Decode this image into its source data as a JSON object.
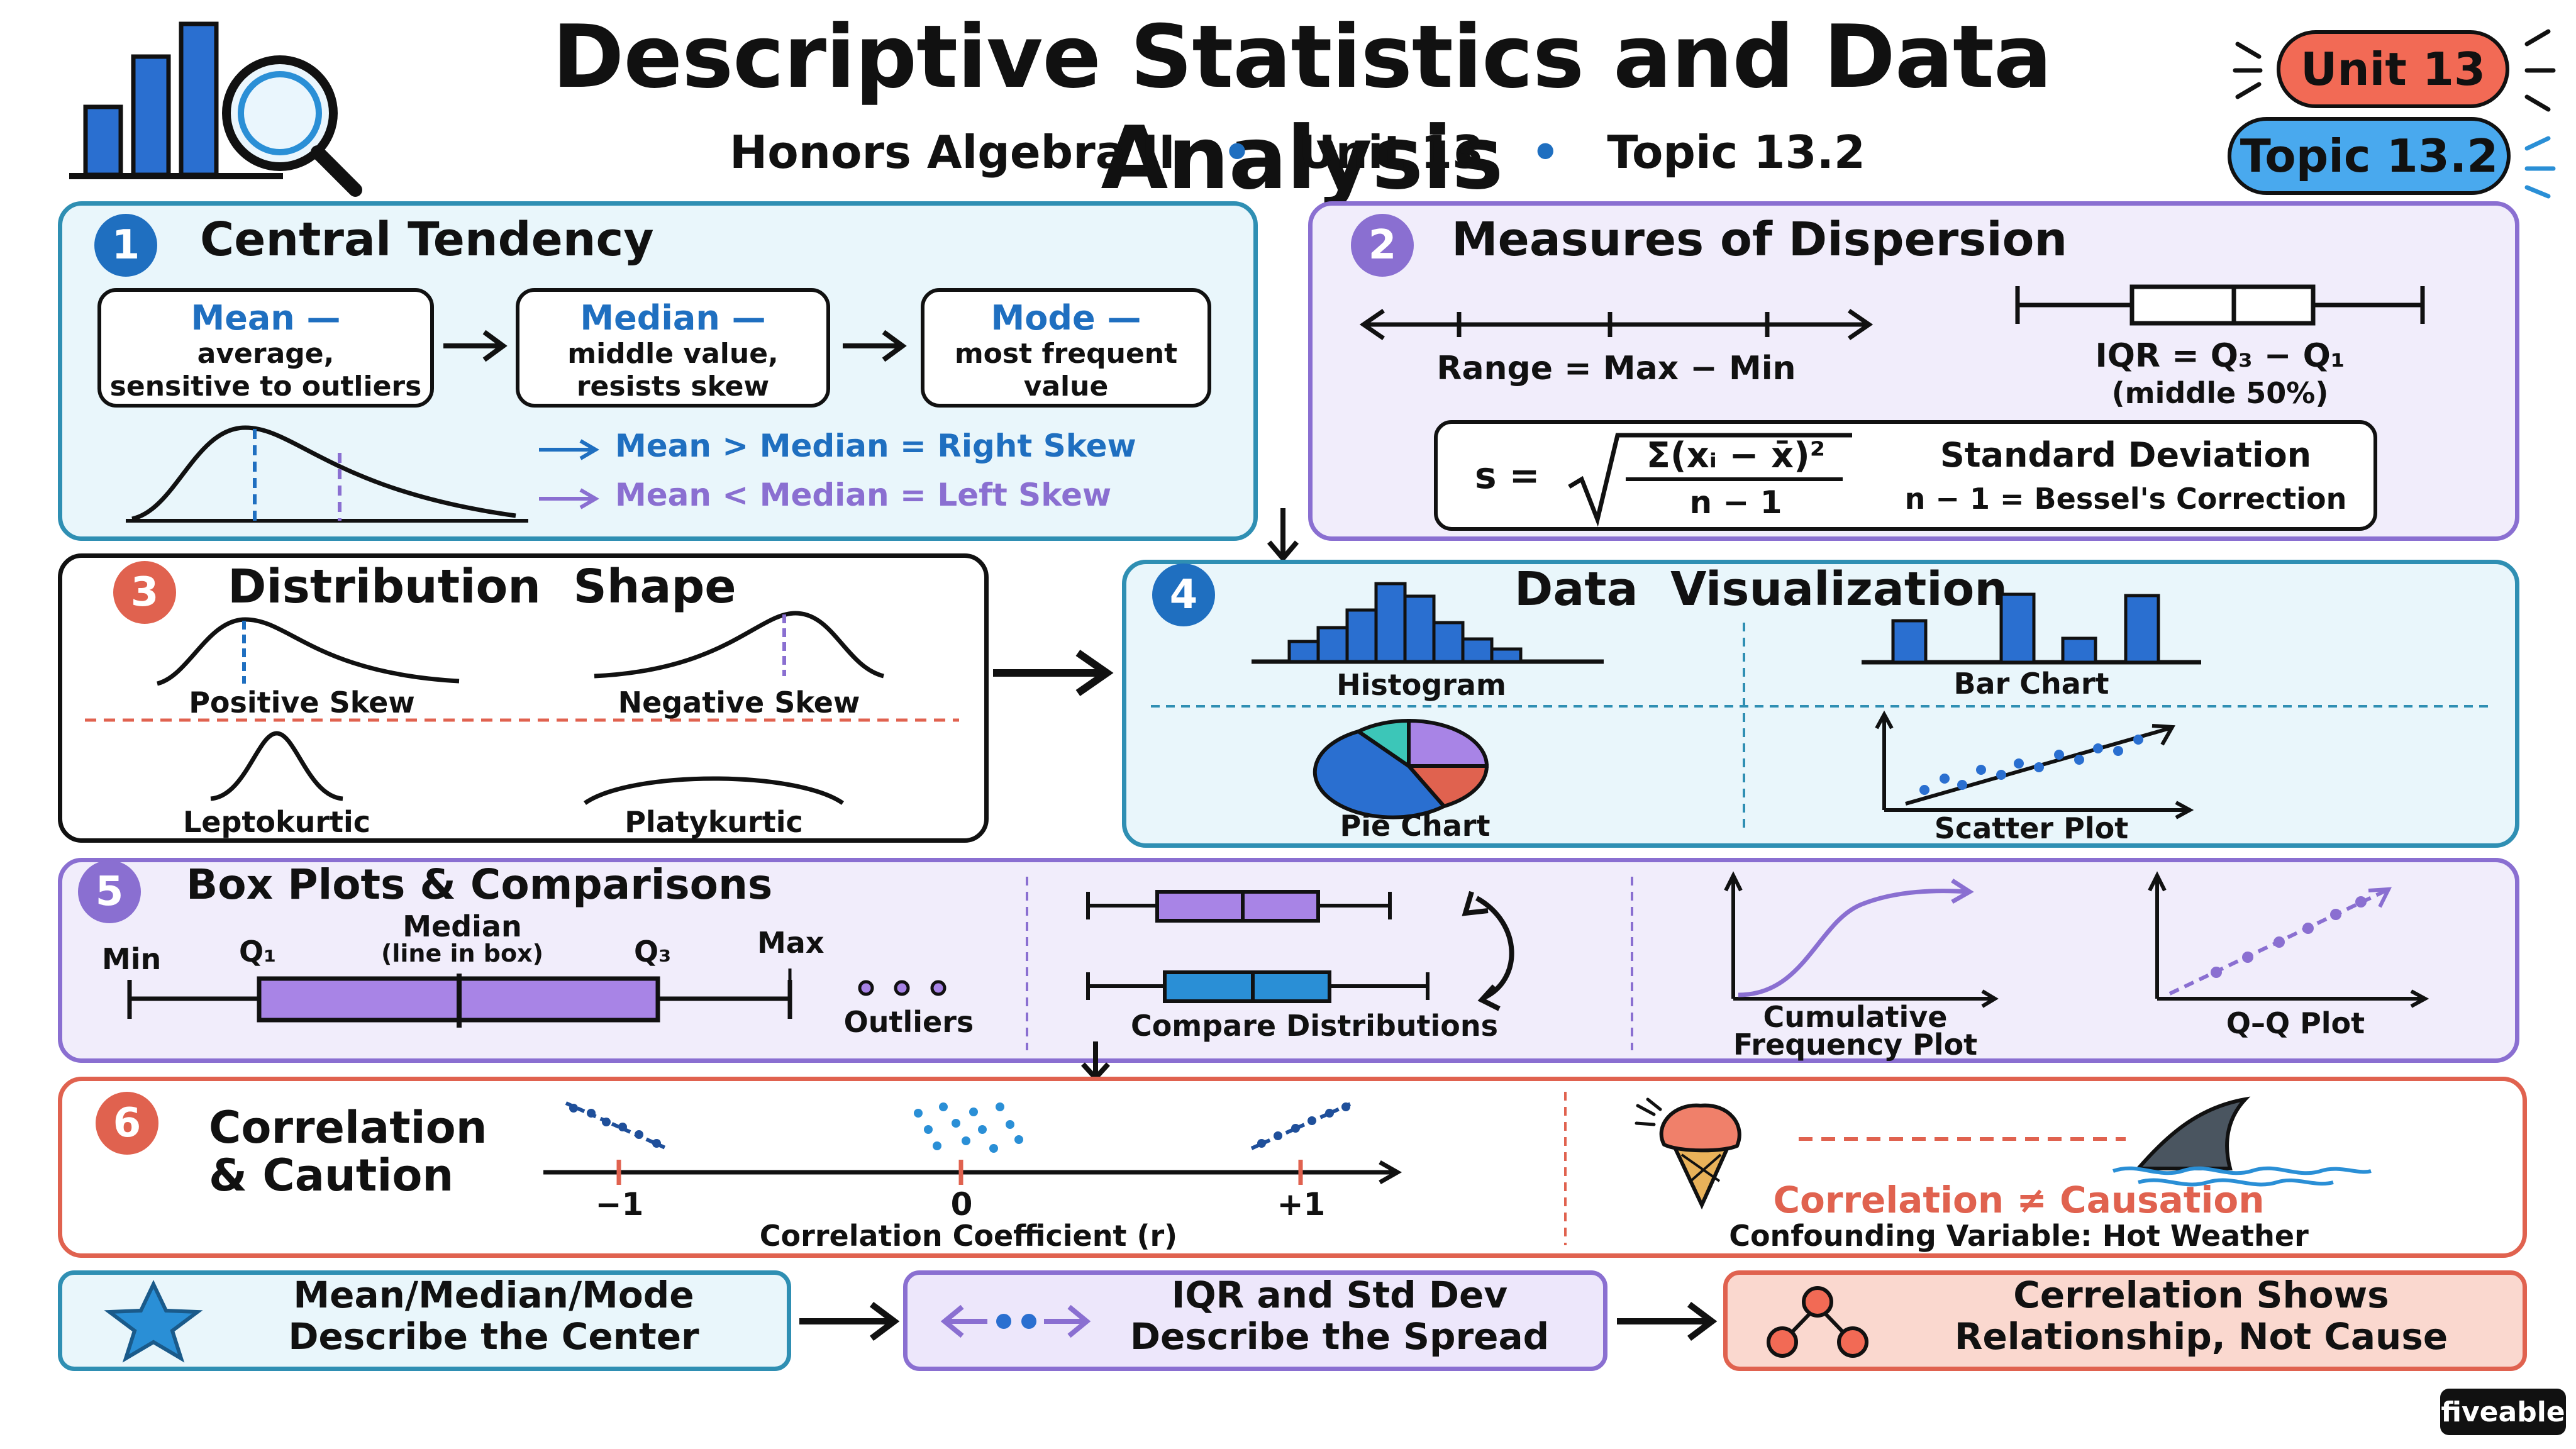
{
  "header": {
    "title": "Descriptive Statistics and Data Analysis",
    "subtitle_course": "Honors Algebra II",
    "subtitle_unit": "Unit 13",
    "subtitle_topic": "Topic 13.2",
    "sep": "•",
    "badge_unit": "Unit 13",
    "badge_topic": "Topic 13.2"
  },
  "p1": {
    "num": "1",
    "title": "Central Tendency",
    "mean_h": "Mean —",
    "mean_d1": "average,",
    "mean_d2": "sensitive to outliers",
    "median_h": "Median —",
    "median_d1": "middle value,",
    "median_d2": "resists skew",
    "mode_h": "Mode —",
    "mode_d1": "most frequent",
    "mode_d2": "value",
    "right_skew": "Mean > Median = Right Skew",
    "left_skew": "Mean < Median = Left Skew"
  },
  "p2": {
    "num": "2",
    "title": "Measures of Dispersion",
    "range": "Range = Max − Min",
    "iqr": "IQR = Q₃ − Q₁",
    "iqr_note": "(middle 50%)",
    "s_lhs": "s =",
    "sum_num": "Σ(xᵢ − x̄)²",
    "sum_den": "n − 1",
    "std_name": "Standard Deviation",
    "bessel": "n − 1 = Bessel's Correction"
  },
  "p3": {
    "num": "3",
    "title": "Distribution  Shape",
    "pos": "Positive Skew",
    "neg": "Negative Skew",
    "lepto": "Leptokurtic",
    "platy": "Platykurtic"
  },
  "p4": {
    "num": "4",
    "title": "Data  Visualization",
    "hist": "Histogram",
    "bar": "Bar Chart",
    "pie": "Pie Chart",
    "scatter": "Scatter Plot"
  },
  "p5": {
    "num": "5",
    "title": "Box Plots & Comparisons",
    "min": "Min",
    "q1": "Q₁",
    "median": "Median",
    "median_note": "(line in box)",
    "q3": "Q₃",
    "max": "Max",
    "outliers": "Outliers",
    "compare": "Compare Distributions",
    "cum1": "Cumulative",
    "cum2": "Frequency Plot",
    "qq": "Q–Q Plot"
  },
  "p6": {
    "num": "6",
    "title1": "Correlation",
    "title2": "& Caution",
    "tick_neg": "−1",
    "tick_zero": "0",
    "tick_pos": "+1",
    "axis": "Correlation Coefficient (r)",
    "causation": "Correlation ≠ Causation",
    "confound": "Confounding Variable: Hot Weather"
  },
  "bottom": {
    "b1_l1": "Mean/Median/Mode",
    "b1_l2": "Describe the Center",
    "b2_l1": "IQR and Std Dev",
    "b2_l2": "Describe the Spread",
    "b3_l1": "Cerrelation Shows",
    "b3_l2": "Relationship, Not Cause"
  },
  "brand": "fiveable",
  "colors": {
    "blue": "#2f8fb3",
    "purple": "#8a6fd1",
    "red": "#e0624f",
    "bar_blue": "#2a6fd0",
    "box_purple": "#a884e6"
  }
}
